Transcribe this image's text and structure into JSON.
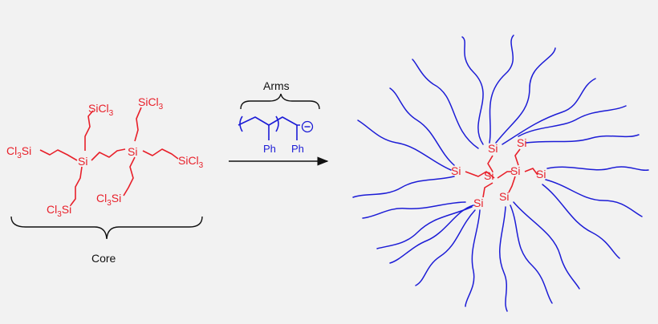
{
  "core": {
    "caption": "Core",
    "labels": {
      "si_left": "Si",
      "si_right": "Si",
      "sicl3_top_left": "SiCl",
      "sicl3_top_right": "SiCl",
      "sicl3_right": "SiCl",
      "cl3si_left": "Cl",
      "cl3si_bottom_left": "Cl",
      "cl3si_bottom_mid": "Cl",
      "subscript": "3",
      "si_suffix": "Si"
    }
  },
  "arms": {
    "caption": "Arms",
    "ph_1": "Ph",
    "ph_2": "Ph",
    "charge": "⊖"
  },
  "star": {
    "si_labels": [
      "Si",
      "Si",
      "Si",
      "Si",
      "Si",
      "Si",
      "Si",
      "Si"
    ]
  },
  "colors": {
    "core": "#e8202a",
    "arms": "#1c1cd6",
    "text": "#111111",
    "background": "#f2f2f2"
  }
}
